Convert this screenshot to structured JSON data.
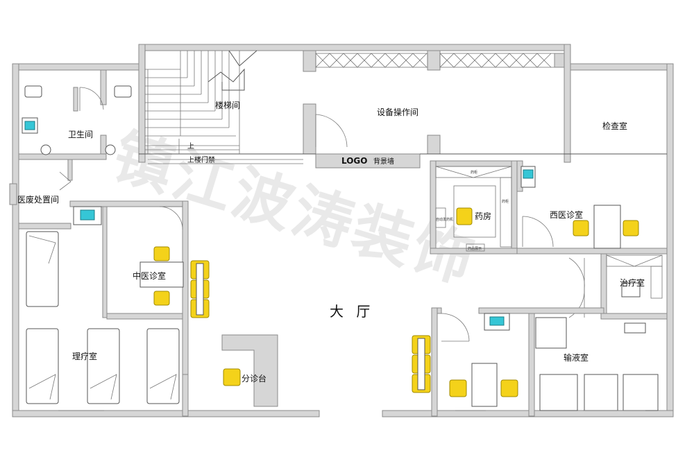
{
  "title": "",
  "watermark": "镇江波涛装饰",
  "rooms": {
    "restroom": "卫生间",
    "stairwell": "楼梯间",
    "equipment_room": "设备操作间",
    "exam_room": "检查室",
    "waste_room": "医废处置间",
    "pharmacy": "药房",
    "western_clinic": "西医诊室",
    "tcm_clinic": "中医诊室",
    "treatment_room": "治疗室",
    "hall": "大 厅",
    "physio_room": "理疗室",
    "triage_desk": "分诊台",
    "infusion_room": "输液室"
  },
  "notes": {
    "up_mark": "上",
    "upstairs_door": "上楼门禁",
    "logo_wall_prefix": "LOGO",
    "logo_wall_suffix": "背景墙"
  },
  "tiny_labels": {
    "pharmacy_cabinet_top": "药柜",
    "pharmacy_cabinet_right": "药柜",
    "pharmacy_cabinet_left": "自动发药机",
    "pharmacy_bottom": "药品展示"
  },
  "colors": {
    "wall": "#d6d6d6",
    "chair": "#f4d21a",
    "sink": "#35c6d6"
  }
}
